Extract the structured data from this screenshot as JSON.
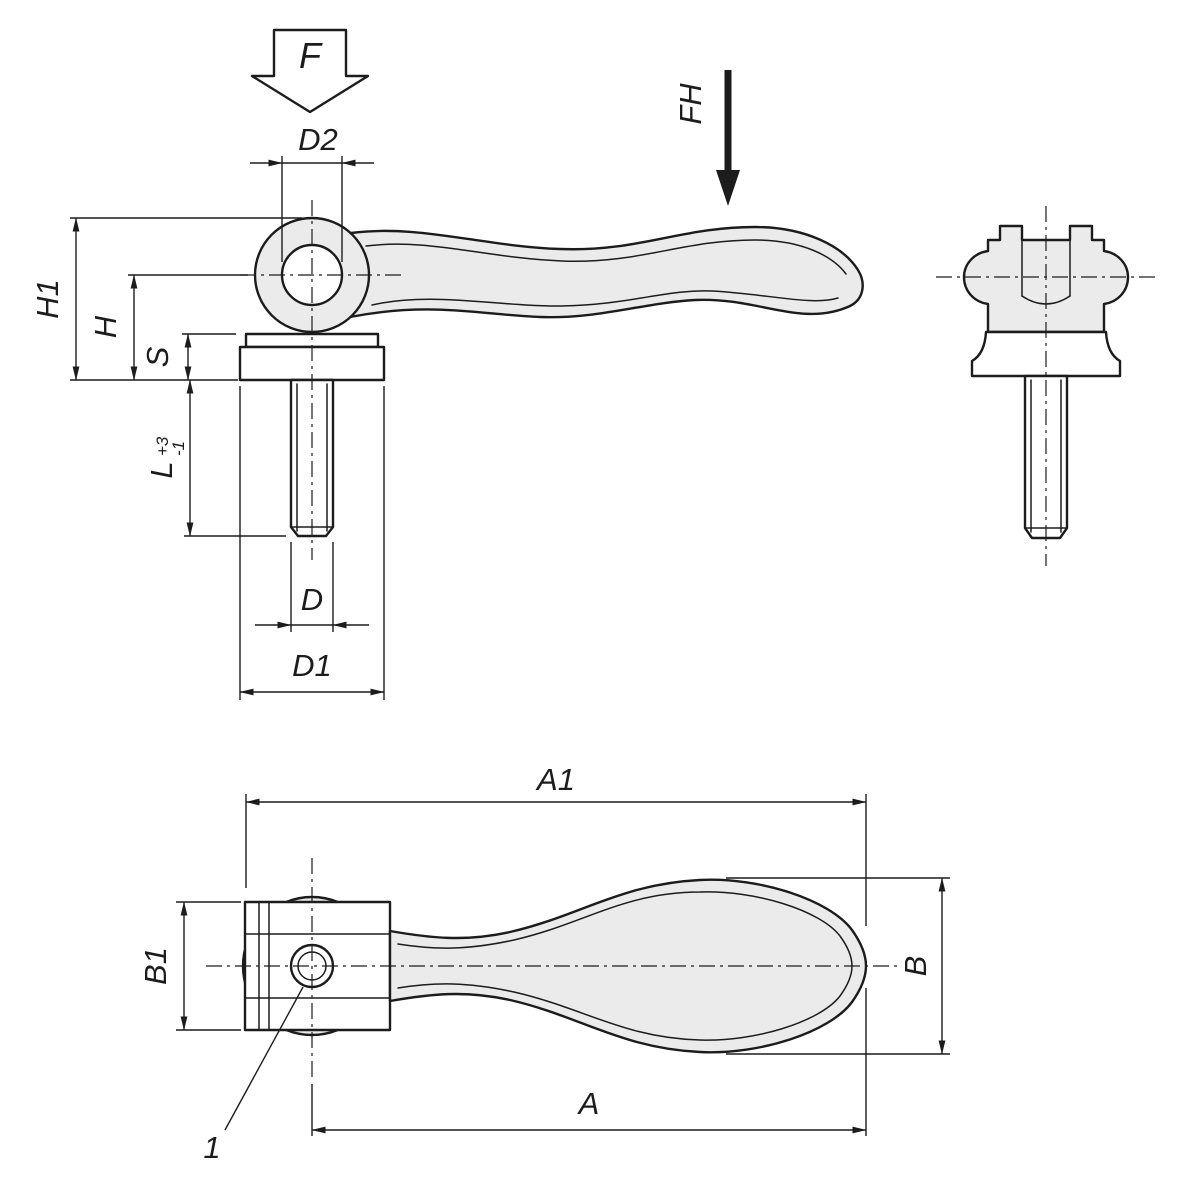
{
  "drawing": {
    "background": "#ffffff",
    "line_color": "#1c1c1c",
    "part_fill": "#ebebeb",
    "white_fill": "#ffffff",
    "labels": {
      "force": "F",
      "hand_force": "FH",
      "item_number": "1"
    },
    "dimensions": {
      "d2": "D2",
      "h1": "H1",
      "h": "H",
      "s": "S",
      "l": "L",
      "l_tolerance_upper": "+3",
      "l_tolerance_lower": "-1",
      "d": "D",
      "d1": "D1",
      "a1": "A1",
      "b1": "B1",
      "b": "B",
      "a": "A"
    }
  }
}
